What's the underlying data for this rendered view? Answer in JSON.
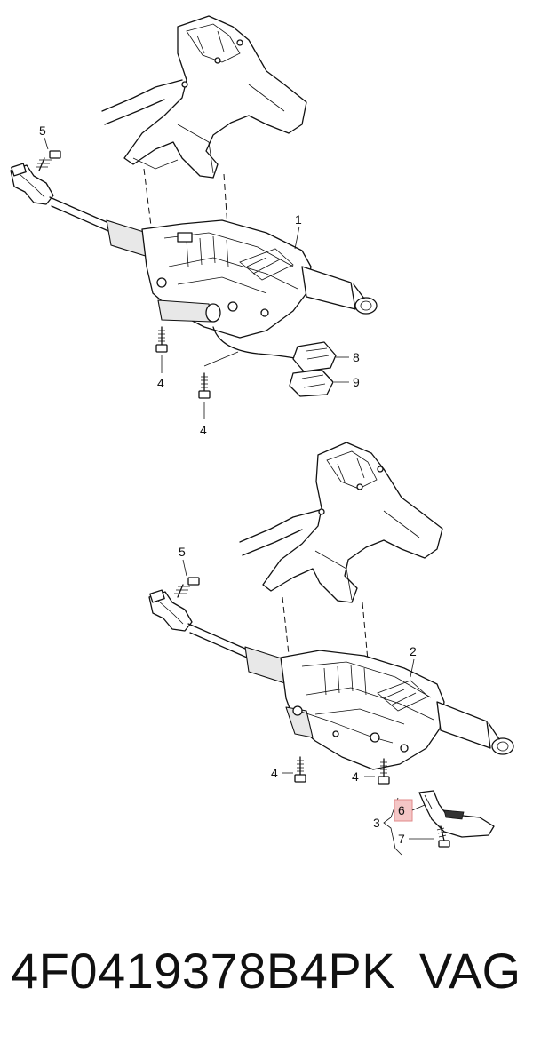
{
  "callouts": {
    "top": {
      "c1": "1",
      "c4a": "4",
      "c4b": "4",
      "c5": "5",
      "c8": "8",
      "c9": "9"
    },
    "bottom": {
      "c2": "2",
      "c3": "3",
      "c4a": "4",
      "c4b": "4",
      "c5": "5",
      "c6": "6",
      "c7": "7"
    }
  },
  "highlight_color": "#f4c6c6",
  "footer": {
    "part_number": "4F0419378B4PK",
    "brand": "VAG"
  }
}
